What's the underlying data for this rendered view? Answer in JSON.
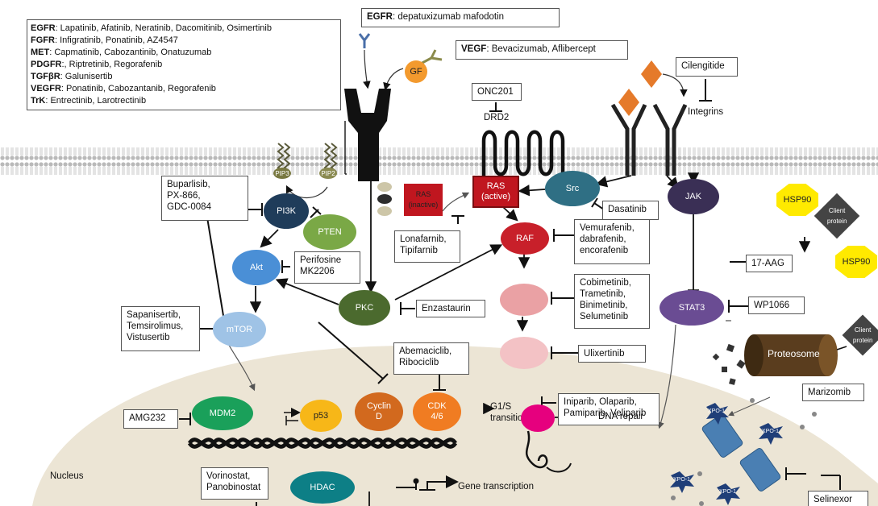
{
  "receptor_inhibitors": [
    {
      "target": "EGFR",
      "drugs": ": Lapatinib, Afatinib, Neratinib, Dacomitinib, Osimertinib"
    },
    {
      "target": "FGFR",
      "drugs": ": Infigratinib, Ponatinib, AZ4547"
    },
    {
      "target": "MET",
      "drugs": ": Capmatinib, Cabozantinib, Onatuzumab"
    },
    {
      "target": "PDGFR",
      "drugs": ":, Riptretinib, Regorafenib"
    },
    {
      "target": "TGFβR",
      "drugs": ": Galunisertib"
    },
    {
      "target": "VEGFR",
      "drugs": ": Ponatinib, Cabozantanib, Regorafenib"
    },
    {
      "target": "TrK",
      "drugs": ": Entrectinib, Larotrectinib"
    }
  ],
  "egfr_adc": {
    "target": "EGFR",
    "drugs": ": depatuxizumab mafodotin"
  },
  "vegf": {
    "target": "VEGF",
    "drugs": ": Bevacizumab, Aflibercept"
  },
  "boxes": {
    "onc201": "ONC201",
    "cilengitide": "Cilengitide",
    "buparlisib": [
      "Buparlisib,",
      "PX-866,",
      "GDC-0084"
    ],
    "perifosine": [
      "Perifosine",
      "MK2206"
    ],
    "sapanisertib": [
      "Sapanisertib,",
      "Temsirolimus,",
      "Vistusertib"
    ],
    "lonafarnib": [
      "Lonafarnib,",
      "Tipifarnib"
    ],
    "dasatinib": "Dasatinib",
    "vemurafenib": [
      "Vemurafenib,",
      "dabrafenib,",
      "encorafenib"
    ],
    "cobimetinib": [
      "Cobimetinib,",
      "Trametinib,",
      "Binimetinib,",
      "Selumetinib"
    ],
    "enzastaurin": "Enzastaurin",
    "ulixertinib": "Ulixertinib",
    "wp1066": "WP1066",
    "aag": "17-AAG",
    "abemaciclib": [
      "Abemaciclib,",
      "Ribociclib"
    ],
    "amg232": "AMG232",
    "iniparib": [
      "Iniparib, Olaparib,",
      "Pamiparib, Veliparib"
    ],
    "marizomib": "Marizomib",
    "vorinostat": [
      "Vorinostat,",
      "Panobinostat"
    ],
    "selinexor": "Selinexor"
  },
  "nodes": {
    "gf": "GF",
    "drd2": "DRD2",
    "integrins": "Integrins",
    "pip3": "PIP3",
    "pip2": "PIP2",
    "pi3k": "PI3K",
    "pten": "PTEN",
    "akt": "Akt",
    "mtor": "mTOR",
    "pkc": "PKC",
    "ras_inactive": "RAS (inactive)",
    "ras_active": [
      "RAS",
      "(active)"
    ],
    "src": "Src",
    "jak": "JAK",
    "raf": "RAF",
    "stat3": "STAT3",
    "hsp90_top": "HSP90",
    "hsp90_bottom": "HSP90",
    "client_protein": [
      "Client",
      "protein"
    ],
    "proteosome": "Proteosome",
    "mdm2": "MDM2",
    "p53": "p53",
    "cyclin": [
      "Cyclin",
      "D"
    ],
    "cdk": [
      "CDK",
      "4/6"
    ],
    "g1s": [
      "G1/S",
      "transition"
    ],
    "dna_repair": "DNA repair",
    "hdac": "HDAC",
    "gene_transcription": "Gene transcription",
    "nucleus": "Nucleus",
    "xpo": "XPO-1"
  },
  "colors": {
    "pi3k": "#1f3c5a",
    "pten": "#7aa846",
    "akt": "#4a8fd6",
    "mtor": "#9fc3e6",
    "pkc": "#4b6a2e",
    "ras": "#c0161f",
    "src": "#2f6f84",
    "jak": "#3a2f55",
    "raf": "#c8202a",
    "stat3": "#6a4c93",
    "hsp90": "#ffea00",
    "mdm2": "#1aa05a",
    "p53": "#f7b718",
    "cyclin": "#d2691e",
    "cdk": "#f07c22",
    "parp": "#e6007e",
    "hdac": "#0d7f86",
    "gf": "#f39a2e",
    "diamond": "#e57a2a",
    "nucleus": "#ece5d5",
    "proteosome": "#5a3d1e"
  }
}
